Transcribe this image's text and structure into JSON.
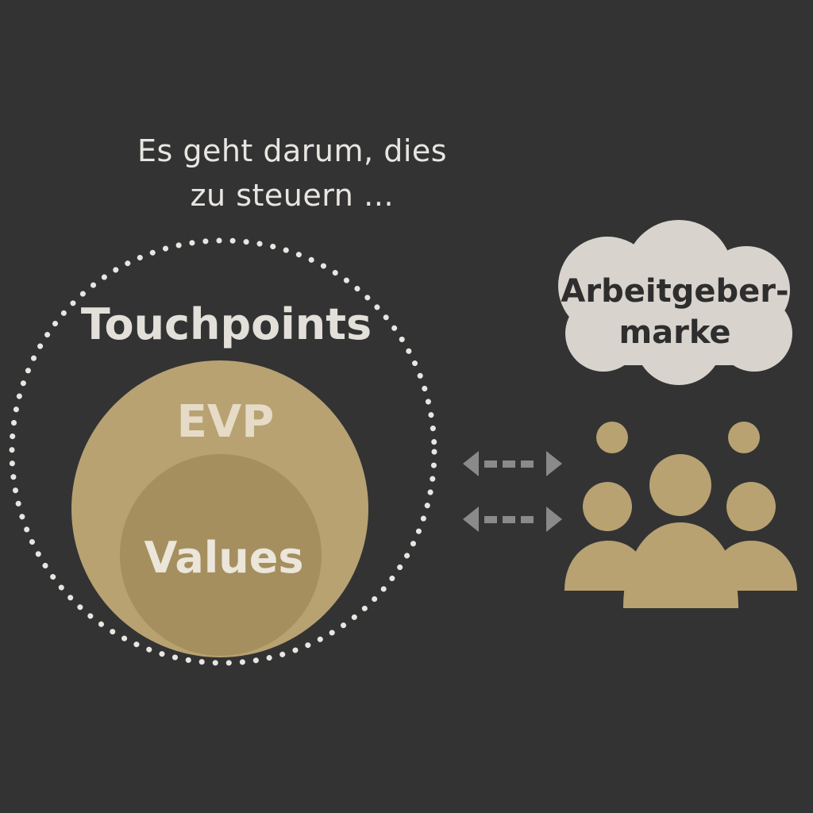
{
  "headline": {
    "line1": "Es geht darum, dies",
    "line2": "zu steuern …"
  },
  "model": {
    "outer_label": "Touchpoints",
    "middle_label": "EVP",
    "inner_label": "Values"
  },
  "cloud": {
    "line1": "Arbeitgeber-",
    "line2": "marke"
  },
  "icons": {
    "arrows": "double-headed-dashed-arrow-icon",
    "people": "people-group-icon"
  },
  "colors": {
    "background": "#333333",
    "gold": "#b8a272",
    "gold_dark": "#a58f5f",
    "cloud": "#d8d4cd",
    "dots": "#e8e6e1",
    "arrow": "#8a8a8a"
  }
}
